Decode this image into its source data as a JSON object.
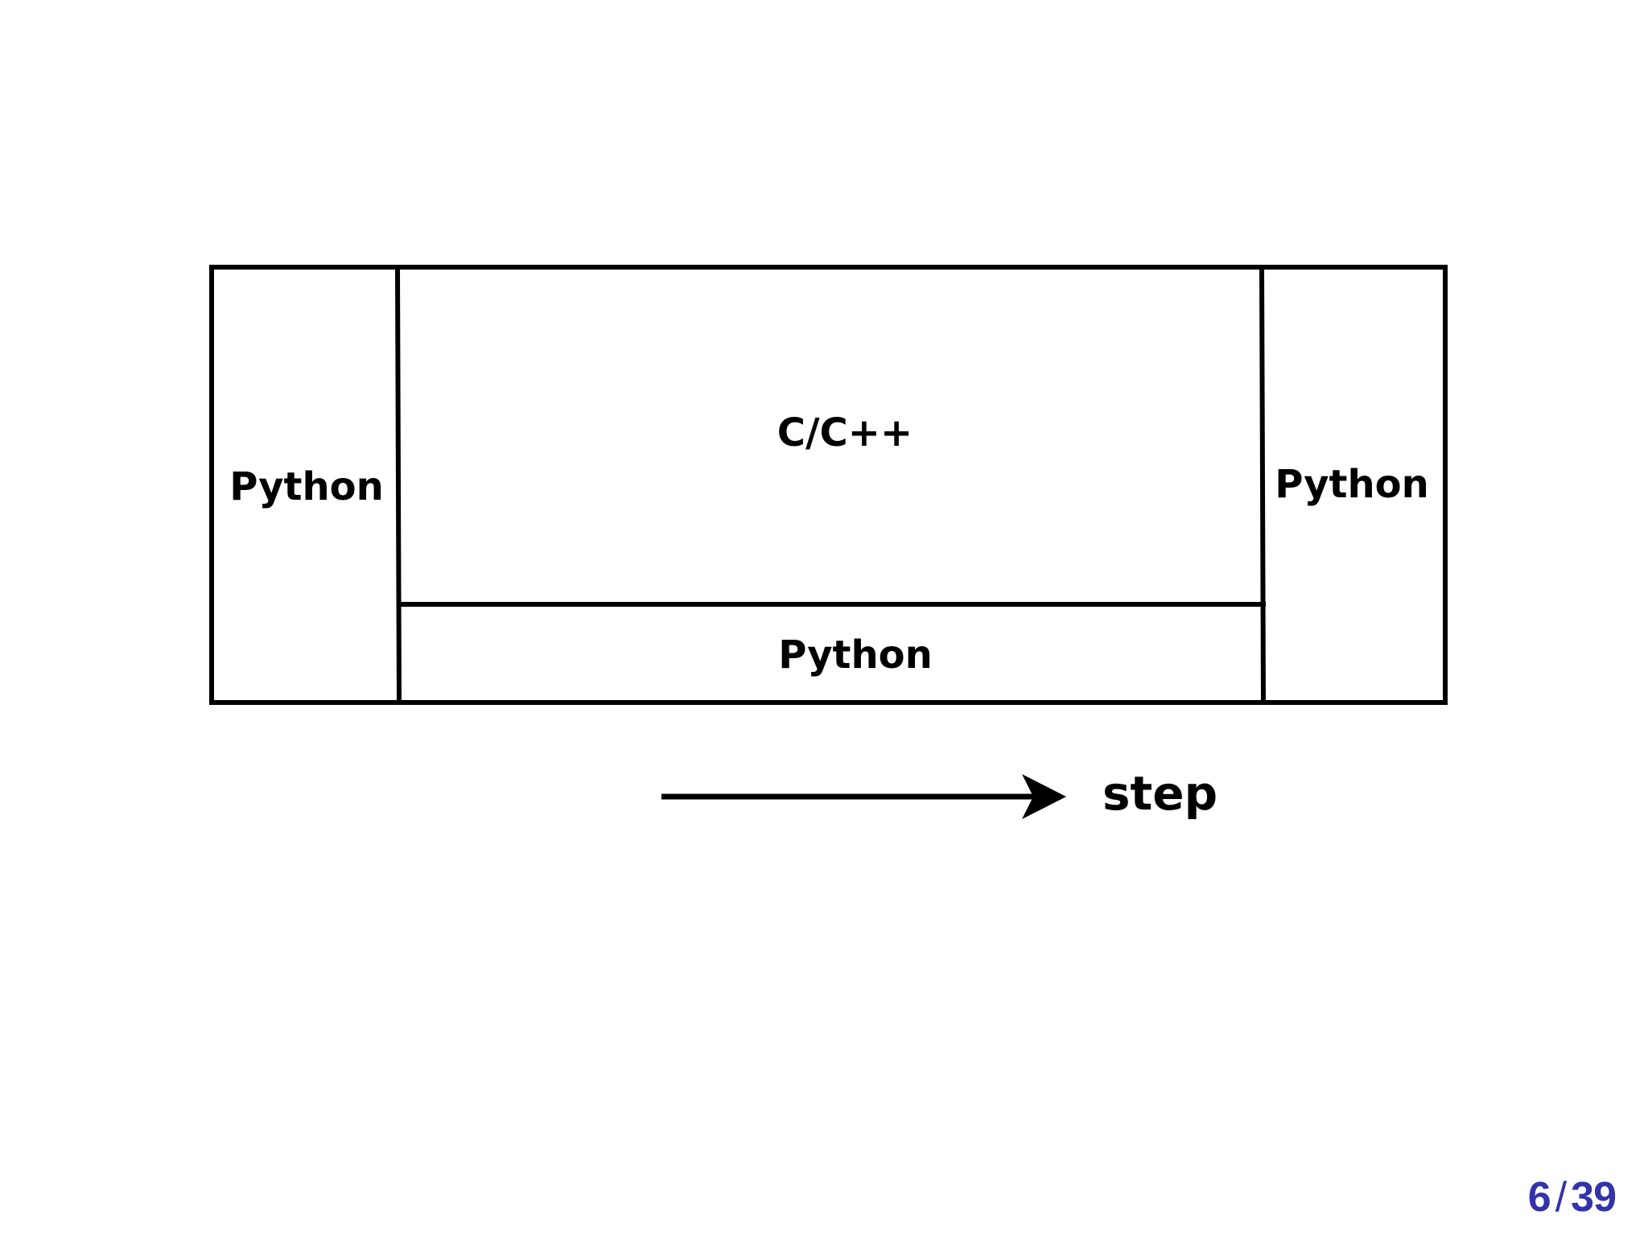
{
  "diagram": {
    "labels": {
      "left": "Python",
      "top_center": "C/C++",
      "bottom_center": "Python",
      "right": "Python",
      "arrow": "step"
    }
  },
  "slide": {
    "current": "6",
    "separator": "/",
    "total": "39"
  },
  "colors": {
    "stroke": "#000000",
    "page_number": "#3333aa"
  }
}
